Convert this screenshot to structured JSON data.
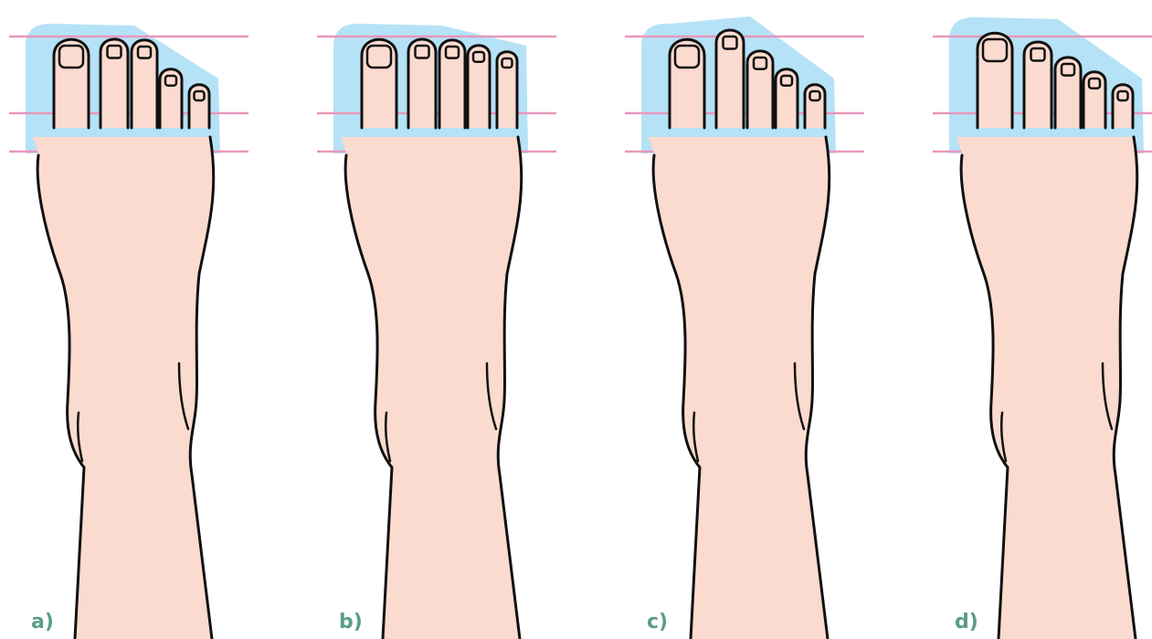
{
  "colors": {
    "background": "#ffffff",
    "skin": "#fbdbcf",
    "outline": "#111111",
    "toe_shape_region": "#b5e2f6",
    "guide_line": "#e897bd",
    "label": "#5a9e86"
  },
  "panels": [
    {
      "label": "a)",
      "toe_heights": [
        42,
        42,
        43,
        75,
        92
      ]
    },
    {
      "label": "b)",
      "toe_heights": [
        42,
        42,
        43,
        49,
        56
      ]
    },
    {
      "label": "c)",
      "toe_heights": [
        42,
        32,
        55,
        75,
        92
      ]
    },
    {
      "label": "d)",
      "toe_heights": [
        35,
        45,
        62,
        78,
        92
      ]
    }
  ]
}
